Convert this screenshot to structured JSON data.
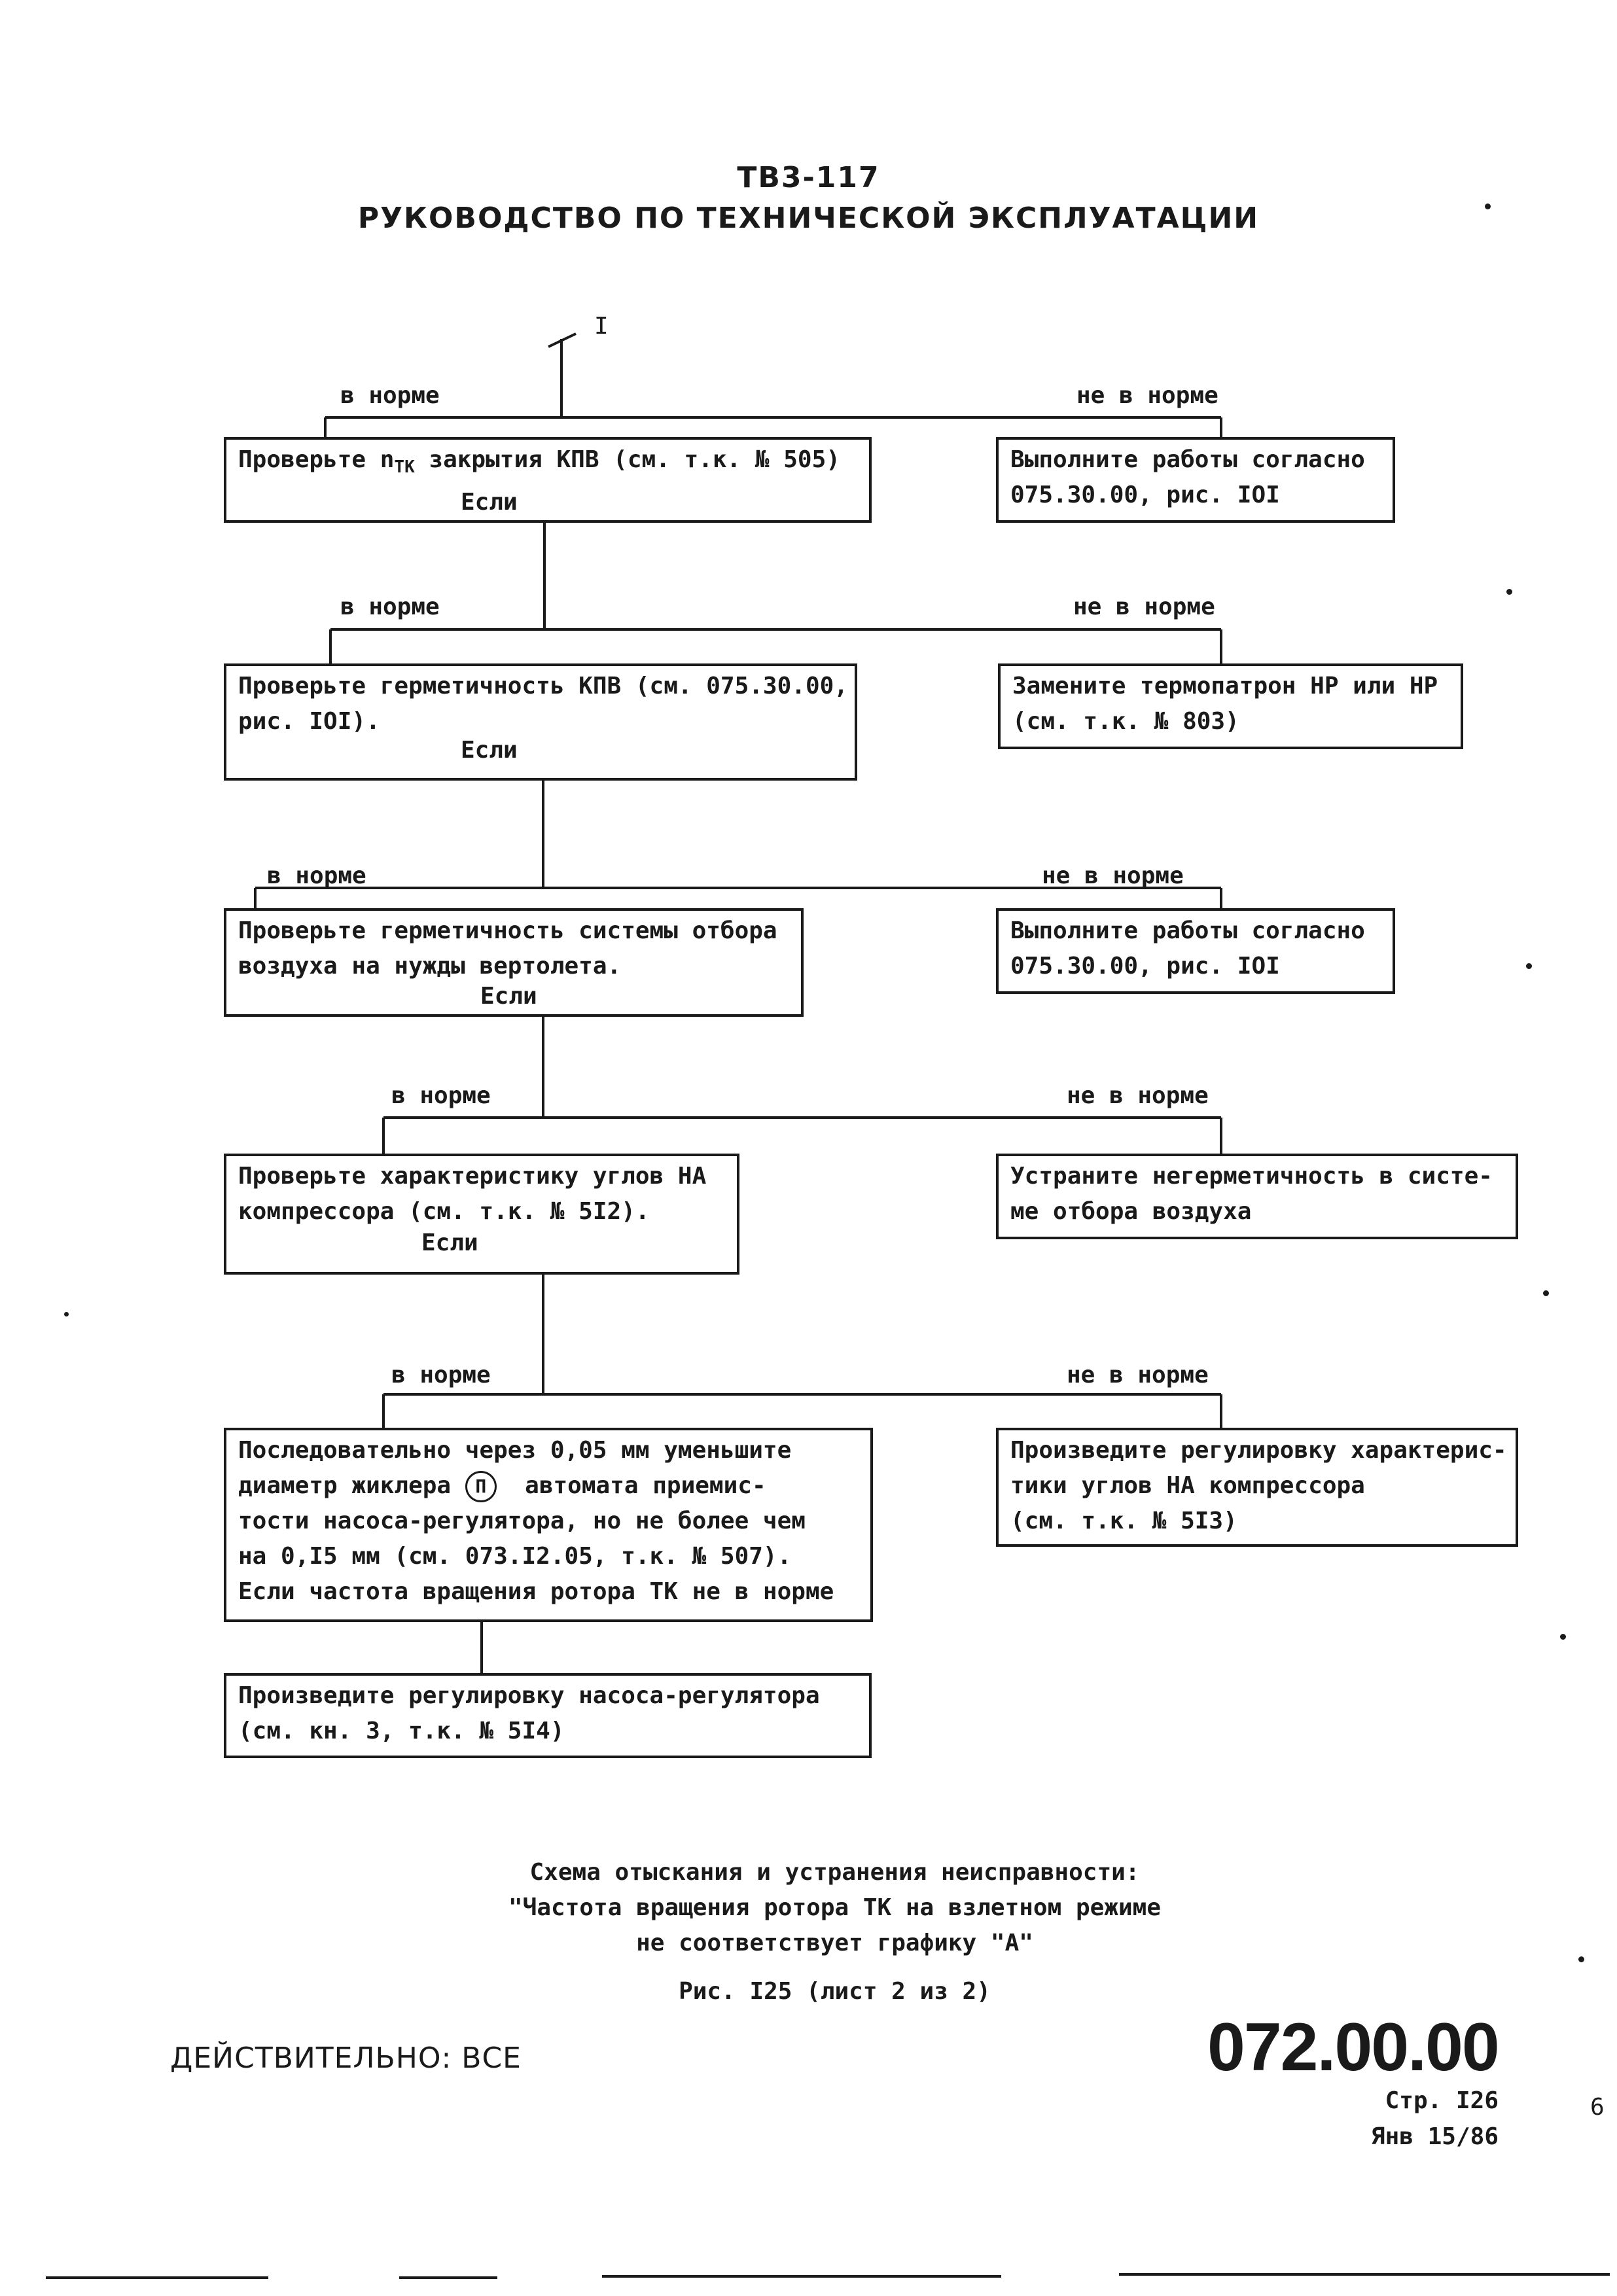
{
  "header": {
    "doc_code": "ТВ3-117",
    "title": "РУКОВОДСТВО ПО ТЕХНИЧЕСКОЙ ЭКСПЛУАТАЦИИ"
  },
  "flow": {
    "entry_marker": "I",
    "ok_label": "в норме",
    "not_ok_label": "не в норме",
    "steps": [
      {
        "check_prefix": "Проверьте n",
        "check_sub": "ТК",
        "check_rest": " закрытия КПВ (см. т.к. № 505)",
        "condition": "Если",
        "fault_action": [
          "Выполните работы согласно",
          "075.30.00, рис. IOI"
        ]
      },
      {
        "check": [
          "Проверьте герметичность КПВ (см. 075.30.00,",
          "рис. IOI)."
        ],
        "condition": "Если",
        "fault_action": [
          "Замените термопатрон НР или НР",
          "(см. т.к. № 803)"
        ]
      },
      {
        "check": [
          "Проверьте герметичность системы отбора",
          "воздуха на нужды вертолета."
        ],
        "condition": "Если",
        "fault_action": [
          "Выполните работы согласно",
          "075.30.00, рис. IOI"
        ]
      },
      {
        "check": [
          "Проверьте характеристику углов НА",
          "компрессора (см. т.к. № 5I2)."
        ],
        "condition": "Если",
        "fault_action": [
          "Устраните негерметичность в систе-",
          "ме отбора воздуха"
        ]
      },
      {
        "check": [
          "Последовательно через 0,05 мм уменьшите",
          "диаметр жиклера",
          "тости насоса-регулятора, но не более чем",
          "на 0,I5 мм (см. 073.I2.05, т.к. № 507)."
        ],
        "check_line2_marker": "П",
        "check_line2_rest": "автомата приемис-",
        "condition": "Если частота вращения ротора ТК не в норме",
        "fault_action": [
          "Произведите регулировку характерис-",
          "тики углов НА компрессора",
          "(см. т.к. № 5I3)"
        ]
      }
    ],
    "final_action": [
      "Произведите регулировку насоса-регулятора",
      "(см. кн. 3, т.к. № 5I4)"
    ]
  },
  "caption": {
    "line1": "Схема отыскания и устранения неисправности:",
    "line2": "\"Частота вращения ротора ТК на взлетном режиме",
    "line3": "не соответствует графику \"А\"",
    "figure": "Рис. I25 (лист 2 из 2)"
  },
  "footer": {
    "validity": "ДЕЙСТВИТЕЛЬНО: ВСЕ",
    "doc_number": "072.00.00",
    "page": "Стр. I26",
    "date": "Янв 15/86",
    "margin_mark": "6"
  }
}
